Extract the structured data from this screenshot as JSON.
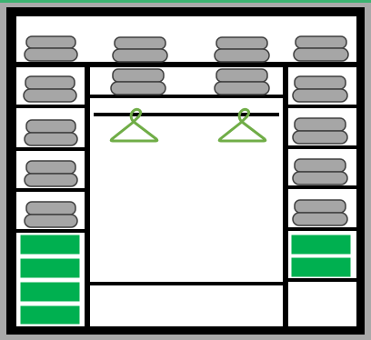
{
  "colors": {
    "frame_outer": "#a9a9a9",
    "frame_inner": "#000000",
    "interior": "#ffffff",
    "top_accent": "#3cb371",
    "drawer": "#00b050",
    "drawer_divider": "#ffffff",
    "folded_clothes_fill": "#a6a6a6",
    "folded_clothes_stroke": "#3f3f3f",
    "hanger": "#70ad47"
  },
  "wardrobe": {
    "columns": [
      "left",
      "center-left",
      "center-right",
      "right"
    ],
    "compartments": [
      {
        "name": "top-shelf-row",
        "contents": "folded-clothes",
        "stacks": 4
      },
      {
        "name": "left-tower",
        "contents": "folded-clothes",
        "stacks": 4,
        "drawers": 4
      },
      {
        "name": "center-hanging-section",
        "contents": "folded-clothes",
        "stacks": 2,
        "hangers": 2
      },
      {
        "name": "right-tower",
        "contents": "folded-clothes",
        "stacks": 4,
        "drawers": 2
      }
    ]
  }
}
